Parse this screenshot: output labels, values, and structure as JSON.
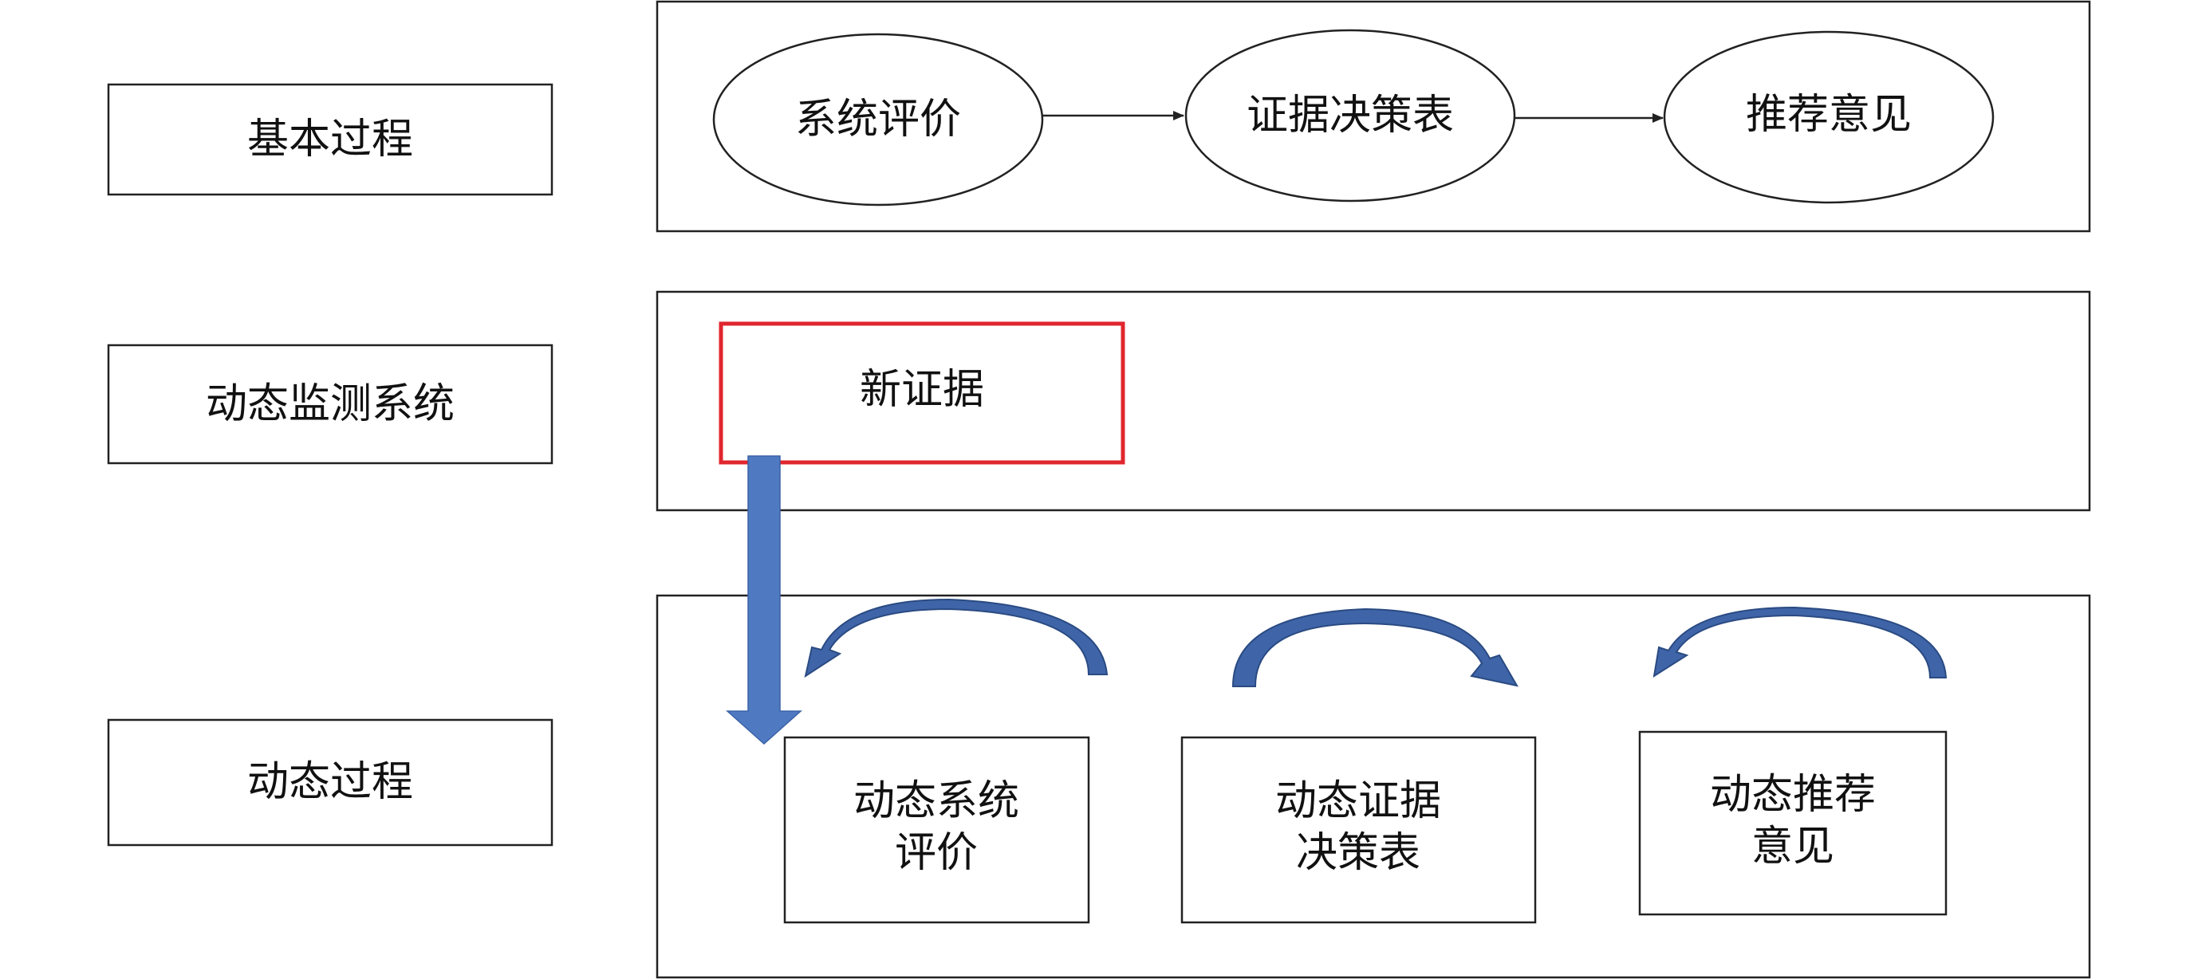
{
  "rows": {
    "basic": {
      "label": "基本过程"
    },
    "monitor": {
      "label": "动态监测系统"
    },
    "dynamic": {
      "label": "动态过程"
    }
  },
  "basic_process": {
    "nodes": [
      "系统评价",
      "证据决策表",
      "推荐意见"
    ]
  },
  "monitor_system": {
    "new_evidence": "新证据"
  },
  "dynamic_process": {
    "nodes": [
      {
        "line1": "动态系统",
        "line2": "评价"
      },
      {
        "line1": "动态证据",
        "line2": "决策表"
      },
      {
        "line1": "动态推荐",
        "line2": "意见"
      }
    ]
  },
  "colors": {
    "highlight_border": "#e0262e",
    "arrow_fill": "#4f7ac2",
    "curved_arrow_fill": "#3f65a8",
    "curved_arrow_stroke": "#2a4a82",
    "line": "#222222"
  }
}
